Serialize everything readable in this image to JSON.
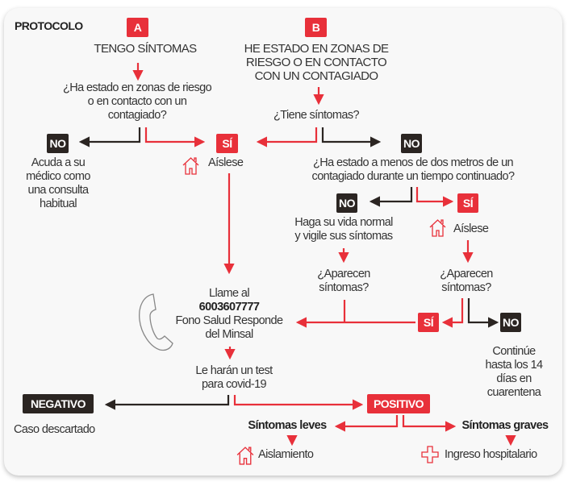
{
  "title": "PROTOCOLO",
  "colors": {
    "red": "#e8303a",
    "dark": "#2b2522"
  },
  "path_a": {
    "label": "A",
    "text": "TENGO SÍNTOMAS",
    "question": [
      "¿Ha estado en zonas de riesgo",
      "o en contacto con un",
      "contagiado?"
    ]
  },
  "path_b": {
    "label": "B",
    "text": [
      "HE ESTADO EN ZONAS DE",
      "RIESGO O EN CONTACTO",
      "CON UN CONTAGIADO"
    ],
    "question": "¿Tiene síntomas?"
  },
  "no_a": {
    "label": "NO",
    "text": [
      "Acuda a su",
      "médico como",
      "una consulta",
      "habitual"
    ]
  },
  "si_main": {
    "label": "SÍ",
    "text": "Aíslese"
  },
  "no_b": {
    "label": "NO",
    "question": [
      "¿Ha estado a menos de dos metros de un",
      "contagiado durante un tiempo continuado?"
    ]
  },
  "no_c": {
    "label": "NO",
    "text": [
      "Haga su vida normal",
      "y vigile sus síntomas"
    ],
    "question": [
      "¿Aparecen",
      "síntomas?"
    ]
  },
  "si_c": {
    "label": "SÍ",
    "text": "Aíslese",
    "question": [
      "¿Aparecen",
      "síntomas?"
    ]
  },
  "call": {
    "line1": "Llame al",
    "number": "6003607777",
    "line3": "Fono Salud Responde",
    "line4": "del Minsal"
  },
  "si_d": {
    "label": "SÍ"
  },
  "no_d": {
    "label": "NO",
    "text": [
      "Continúe",
      "hasta los 14",
      "días en",
      "cuarentena"
    ]
  },
  "test": [
    "Le harán un test",
    "para covid-19"
  ],
  "negativo": {
    "label": "NEGATIVO",
    "text": "Caso descartado"
  },
  "positivo": {
    "label": "POSITIVO",
    "leves": "Síntomas leves",
    "leves_result": "Aislamiento",
    "graves": "Síntomas graves",
    "graves_result": "Ingreso hospitalario"
  }
}
